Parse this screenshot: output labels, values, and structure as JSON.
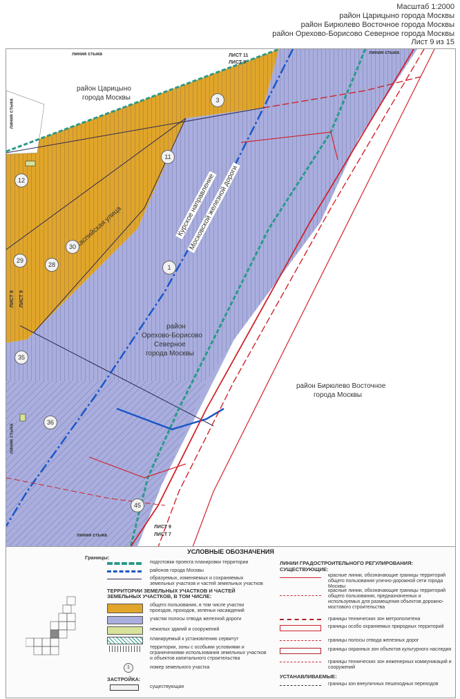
{
  "header": {
    "scale": "Масштаб 1:2000",
    "district1": "район Царицыно города Москвы",
    "district2": "район Бирюлево Восточное города Москвы",
    "district3": "район Орехово-Борисово Северное города Москвы",
    "sheet": "Лист 9 из 15"
  },
  "map": {
    "junction_top_left": "линия стыка",
    "junction_top_right": "линия стыка",
    "junction_left": "линия стыка",
    "junction_left_lower": "линия стыка",
    "junction_bottom": "линия стыка",
    "sheet11": "ЛИСТ 11",
    "sheet9_top": "ЛИСТ 9",
    "sheet8": "ЛИСТ 8",
    "sheet9_left": "ЛИСТ 9",
    "sheet9_bottom": "ЛИСТ 9",
    "sheet7": "ЛИСТ 7",
    "tsaritsyno_l1": "район Царицыно",
    "tsaritsyno_l2": "города Москвы",
    "orekhovo_l1": "район",
    "orekhovo_l2": "Орехово-Борисово",
    "orekhovo_l3": "Северное",
    "orekhovo_l4": "города Москвы",
    "biryulevo_l1": "район Бирюлево Восточное",
    "biryulevo_l2": "города Москвы",
    "street": "Каспийская улица",
    "railway_l1": "Курское направление",
    "railway_l2": "Московской железной дороги",
    "plots": [
      "3",
      "11",
      "12",
      "30",
      "29",
      "28",
      "1",
      "35",
      "36",
      "45"
    ]
  },
  "legend": {
    "title": "УСЛОВНЫЕ ОБОЗНАЧЕНИЯ",
    "borders_title": "Границы:",
    "b1": "подготовки проекта планировки территории",
    "b2": "районов города Москвы",
    "b3": "образуемых, изменяемых и сохраняемых земельных участков и частей земельных участков",
    "territories_title": "ТЕРРИТОРИИ ЗЕМЕЛЬНЫХ УЧАСТКОВ И ЧАСТЕЙ ЗЕМЕЛЬНЫХ УЧАСТКОВ, В ТОМ ЧИСЛЕ:",
    "t1": "общего пользования, в том числе участки проездов, проходов, зеленых насаждений",
    "t2": "участки полосы отвода железной дороги",
    "t3": "нежилых зданий и сооружений",
    "t4": "планируемый к установлению сервитут",
    "t5": "территории, зоны с особыми условиями и ограничениями использования земельных участков и объектов капитального строительства",
    "t6": "номер земельного участка",
    "t6_symbol": "1",
    "build_title": "ЗАСТРОЙКА:",
    "build1": "существующая",
    "lines_title": "ЛИНИИ ГРАДОСТРОИТЕЛЬНОГО РЕГУЛИРОВАНИЯ:",
    "existing_title": "СУЩЕСТВУЮЩИЕ:",
    "r1": "красные линии, обозначающие границы территорий общего пользования улично-дорожной сети города Москвы",
    "r2": "красные линии, обозначающие границы территорий общего пользования, предназначенных и используемых для размещения объектов дорожно-мостового строительства",
    "r3": "границы технических зон метрополитена",
    "r4": "границы особо охраняемых природных территорий",
    "r5": "границы полосы отвода железных дорог",
    "r6": "границы охранных зон объектов культурного наследия",
    "r7": "границы технических зон инженерных коммуникаций и сооружений",
    "established_title": "УСТАНАВЛИВАЕМЫЕ:",
    "e1": "границы зон внеуличных пешеходных переходов"
  },
  "colors": {
    "public_land": "#e0a52a",
    "railway_land": "#a9aede",
    "buildings": "#d8e29a",
    "red_line": "#d0222a",
    "district_border": "#1a56c8",
    "project_border": "#2a9a88"
  }
}
